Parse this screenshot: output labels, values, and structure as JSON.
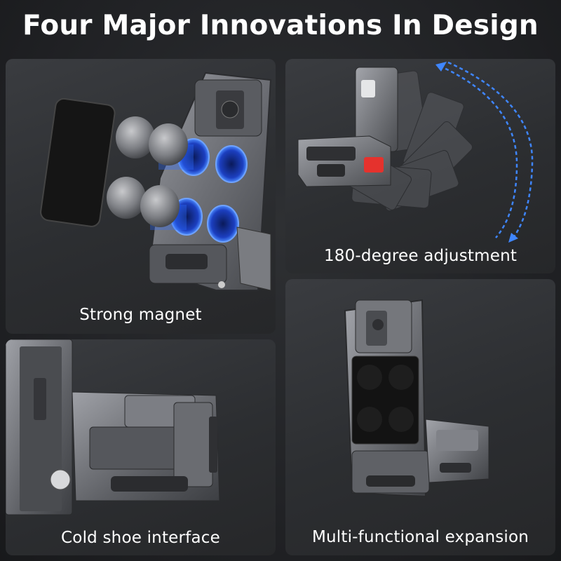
{
  "title": "Four Major Innovations In Design",
  "panels": [
    {
      "caption": "Strong magnet"
    },
    {
      "caption": "180-degree adjustment"
    },
    {
      "caption": "Cold shoe interface"
    },
    {
      "caption": "Multi-functional expansion"
    }
  ],
  "colors": {
    "background": "#222326",
    "panel": "#333538",
    "metal": "#6e7076",
    "magnet_glow": "#2f6cff",
    "arrow": "#3f86ff",
    "red_button": "#e5322d"
  }
}
